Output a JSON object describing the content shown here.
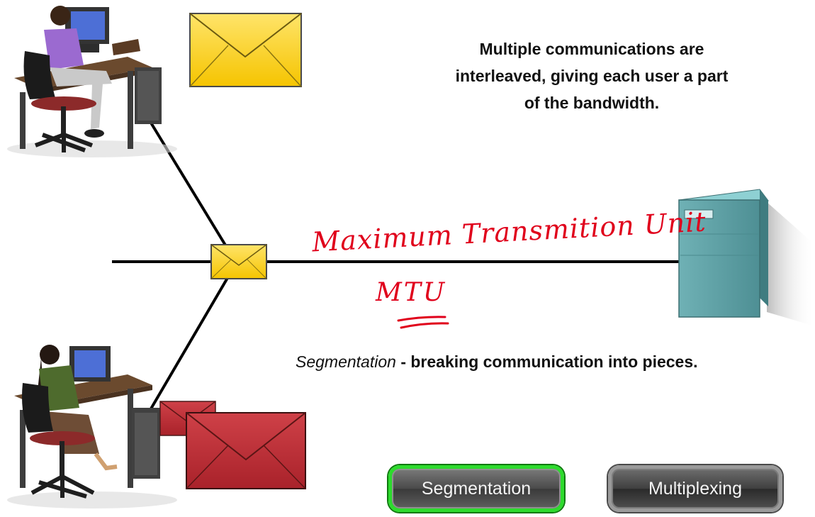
{
  "caption": {
    "line1": "Multiple communications are",
    "line2": "interleaved, giving each user a part",
    "line3": "of the bandwidth."
  },
  "segmentation_text": {
    "term": "Segmentation",
    "definition": " - breaking communication into pieces."
  },
  "annotations": {
    "handwritten_full": "Maximum Transmition Unit",
    "handwritten_abbrev": "MTU",
    "ink_color": "#e0001b"
  },
  "buttons": {
    "segmentation_label": "Segmentation",
    "multiplexing_label": "Multiplexing"
  },
  "colors": {
    "yellow_envelope": "#ffd21e",
    "red_envelope": "#c2333b",
    "server": "#5b9ea3",
    "active_button_border": "#2ddb2d"
  }
}
